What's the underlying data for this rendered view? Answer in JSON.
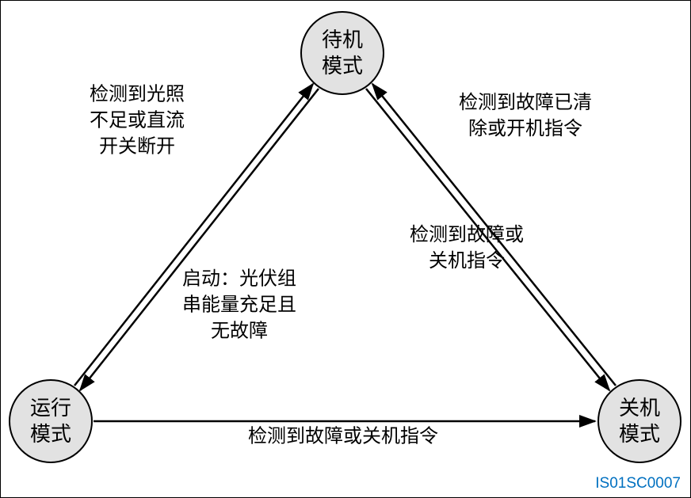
{
  "diagram": {
    "type": "state-transition",
    "figure_id": "IS01SC0007",
    "colors": {
      "background": "#ffffff",
      "node_fill": "#e2e2e2",
      "node_stroke": "#000000",
      "arrow_color": "#000000",
      "label_color": "#000000",
      "figure_id_color": "#0070c0"
    },
    "nodes": [
      {
        "id": "standby",
        "label": "待机\n模式"
      },
      {
        "id": "running",
        "label": "运行\n模式"
      },
      {
        "id": "shutdown",
        "label": "关机\n模式"
      }
    ],
    "edges": [
      {
        "from": "running",
        "to": "standby",
        "label": "检测到光照\n不足或直流\n开关断开"
      },
      {
        "from": "standby",
        "to": "running",
        "label": "启动：光伏组\n串能量充足且\n无故障"
      },
      {
        "from": "shutdown",
        "to": "standby",
        "label": "检测到故障已清\n除或开机指令"
      },
      {
        "from": "standby",
        "to": "shutdown",
        "label": "检测到故障或\n关机指令"
      },
      {
        "from": "running",
        "to": "shutdown",
        "label": "检测到故障或关机指令"
      }
    ]
  }
}
